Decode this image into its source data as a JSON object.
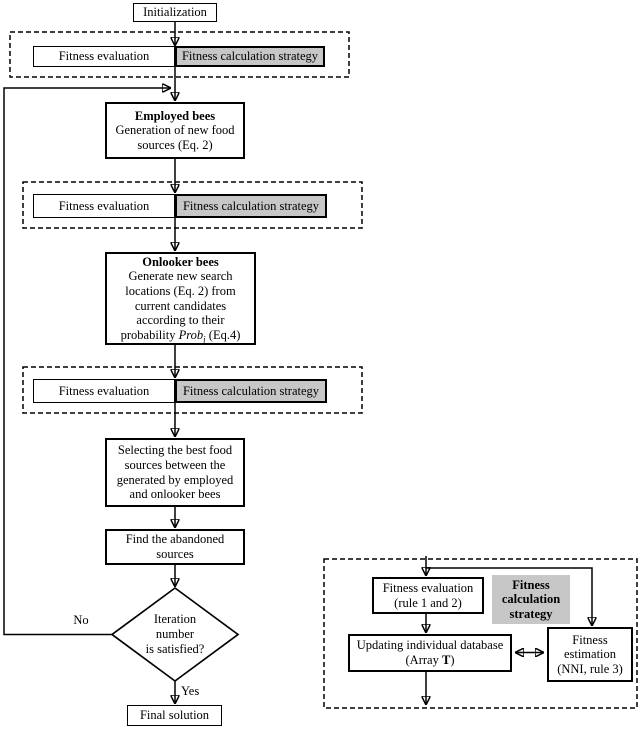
{
  "colors": {
    "strategy_fill": "#c7c7c7",
    "line": "#000000",
    "canvas_bg": "#ffffff"
  },
  "flow": {
    "initialization": "Initialization",
    "fitness_evaluation": "Fitness evaluation",
    "fitness_strategy": "Fitness calculation strategy",
    "employed": {
      "title": "Employed bees",
      "lines": [
        "Generation of new food",
        "sources (Eq. 2)"
      ]
    },
    "onlooker": {
      "title": "Onlooker bees",
      "lines": [
        "Generate new search",
        "locations (Eq. 2) from",
        "current candidates",
        "according to their"
      ],
      "prob_prefix": "probability ",
      "prob_word": "Prob",
      "prob_sub": "i",
      "prob_suffix": " (Eq.4)"
    },
    "selecting": {
      "lines": [
        "Selecting the best food",
        "sources between the",
        "generated by employed",
        "and onlooker bees"
      ]
    },
    "find": {
      "lines": [
        "Find the abandoned",
        "sources"
      ]
    },
    "decision": {
      "lines": [
        "Iteration",
        "number",
        "is satisfied?"
      ]
    },
    "no_label": "No",
    "yes_label": "Yes",
    "final_solution": "Final solution"
  },
  "detail": {
    "evaluation": {
      "lines": [
        "Fitness evaluation",
        "(rule 1 and 2)"
      ]
    },
    "strategy": {
      "lines": [
        "Fitness",
        "calculation",
        "strategy"
      ]
    },
    "updating": {
      "line1": "Updating individual database",
      "array_prefix": "(Array ",
      "array_bold": "T",
      "array_suffix": ")"
    },
    "estimation": {
      "lines": [
        "Fitness",
        "estimation",
        "(NNI, rule 3)"
      ]
    }
  }
}
